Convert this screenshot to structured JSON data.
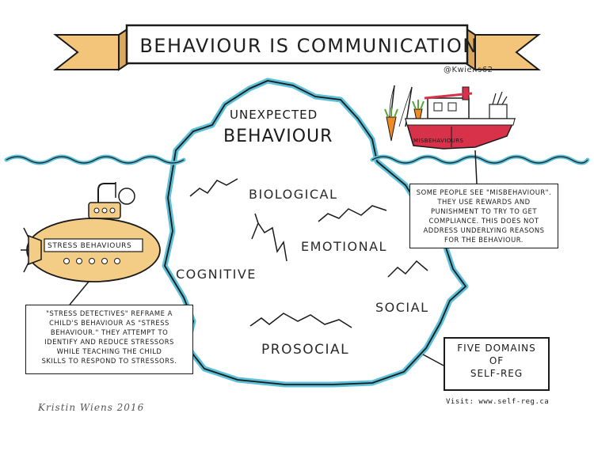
{
  "banner": {
    "title": "BEHAVIOUR IS COMMUNICATION",
    "handle": "@Kwiens62"
  },
  "iceberg": {
    "tip_line1": "UNEXPECTED",
    "tip_line2": "BEHAVIOUR",
    "domains": {
      "biological": "BIOLOGICAL",
      "emotional": "EMOTIONAL",
      "cognitive": "COGNITIVE",
      "social": "SOCIAL",
      "prosocial": "PROSOCIAL"
    }
  },
  "boat": {
    "label": "MISBEHAVIOURS",
    "note_lines": [
      "SOME PEOPLE SEE \"MISBEHAVIOUR\".",
      "THEY USE REWARDS AND",
      "PUNISHMENT TO TRY TO GET",
      "COMPLIANCE. THIS DOES NOT",
      "ADDRESS UNDERLYING REASONS",
      "FOR THE BEHAVIOUR."
    ]
  },
  "submarine": {
    "label": "STRESS BEHAVIOURS",
    "note_lines": [
      "\"STRESS DETECTIVES\" REFRAME A",
      "CHILD'S BEHAVIOUR AS \"STRESS",
      "BEHAVIOUR.\" THEY ATTEMPT TO",
      "IDENTIFY AND REDUCE STRESSORS",
      "WHILE TEACHING THE CHILD",
      "SKILLS TO RESPOND TO STRESSORS."
    ]
  },
  "domains_note": {
    "line1": "FIVE DOMAINS",
    "line2": "OF",
    "line3": "SELF-REG"
  },
  "footer": {
    "visit": "Visit: www.self-reg.ca",
    "signature": "Kristin Wiens 2016"
  },
  "colors": {
    "water": "#5bc0d8",
    "banner_fill": "#f2c57a",
    "submarine_fill": "#f3cd86",
    "boat_hull": "#d8324a",
    "carrot": "#f08a22",
    "leaf": "#59a63a",
    "ink": "#1a1a1a"
  }
}
